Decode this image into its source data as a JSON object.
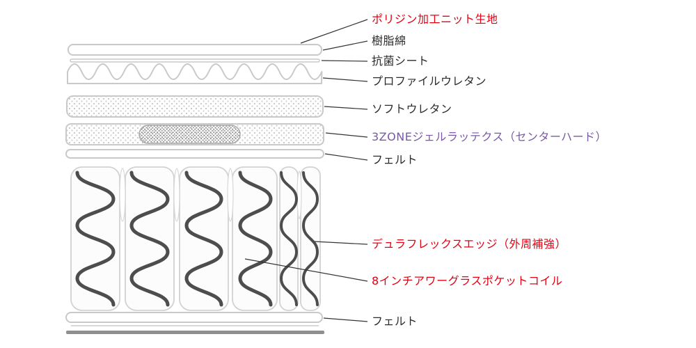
{
  "diagram": {
    "subject": "mattress-layer-cross-section",
    "colors": {
      "highlight_red": "#e60012",
      "highlight_purple": "#7a58a8",
      "text_black": "#2b2b2b",
      "layer_outline": "#c9c9c9",
      "spring": "#4d4d4d"
    },
    "labels": [
      {
        "id": "polygiene-knit-fabric",
        "text": "ポリジン加工ニット生地",
        "color": "#e60012"
      },
      {
        "id": "resin-cotton",
        "text": "樹脂綿",
        "color": "#2b2b2b"
      },
      {
        "id": "antibacterial-sheet",
        "text": "抗菌シート",
        "color": "#2b2b2b"
      },
      {
        "id": "profile-urethane",
        "text": "プロファイルウレタン",
        "color": "#2b2b2b"
      },
      {
        "id": "soft-urethane",
        "text": "ソフトウレタン",
        "color": "#2b2b2b"
      },
      {
        "id": "3zone-gel-latex",
        "text": "3ZONEジェルラッテクス（センターハード）",
        "color": "#7a58a8"
      },
      {
        "id": "felt-upper",
        "text": "フェルト",
        "color": "#2b2b2b"
      },
      {
        "id": "duraflex-edge",
        "text": "デュラフレックスエッジ（外周補強）",
        "color": "#e60012"
      },
      {
        "id": "pocket-coil",
        "text": "8インチアワーグラスポケットコイル",
        "color": "#e60012"
      },
      {
        "id": "felt-lower",
        "text": "フェルト",
        "color": "#2b2b2b"
      }
    ]
  }
}
